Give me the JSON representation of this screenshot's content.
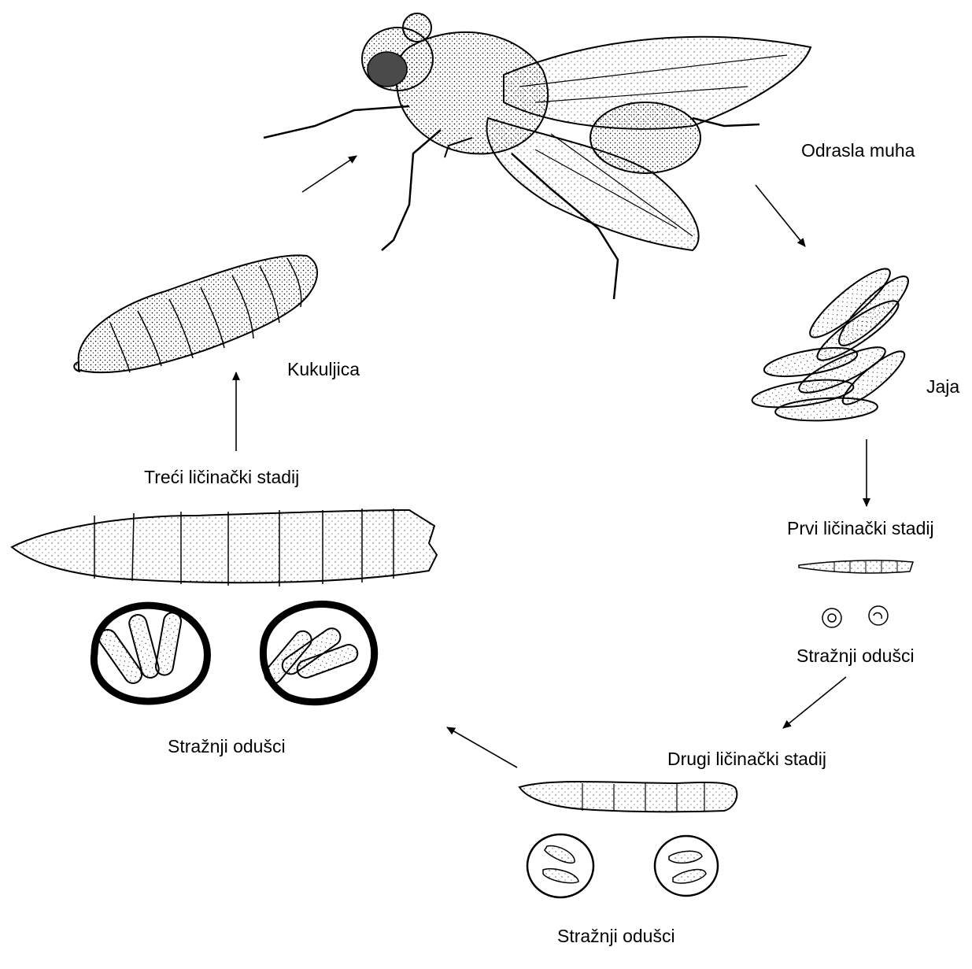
{
  "stages": {
    "adult": "Odrasla muha",
    "eggs": "Jaja",
    "first_instar": "Prvi ličinački stadij",
    "first_spiracles": "Stražnji odušci",
    "second_instar": "Drugi ličinački stadij",
    "second_spiracles": "Stražnji odušci",
    "third_instar": "Treći ličinački stadij",
    "third_spiracles": "Stražnji odušci",
    "pupa": "Kukuljica"
  },
  "icons": {
    "adult": "fly-illustration",
    "eggs": "egg-cluster-illustration",
    "larva": "larva-illustration",
    "spiracles": "posterior-spiracles-illustration",
    "pupa": "puparium-illustration",
    "arrows": "cycle-arrow"
  },
  "colors": {
    "ink": "#000000",
    "paper": "#ffffff",
    "shade": "#4a4a4a"
  }
}
